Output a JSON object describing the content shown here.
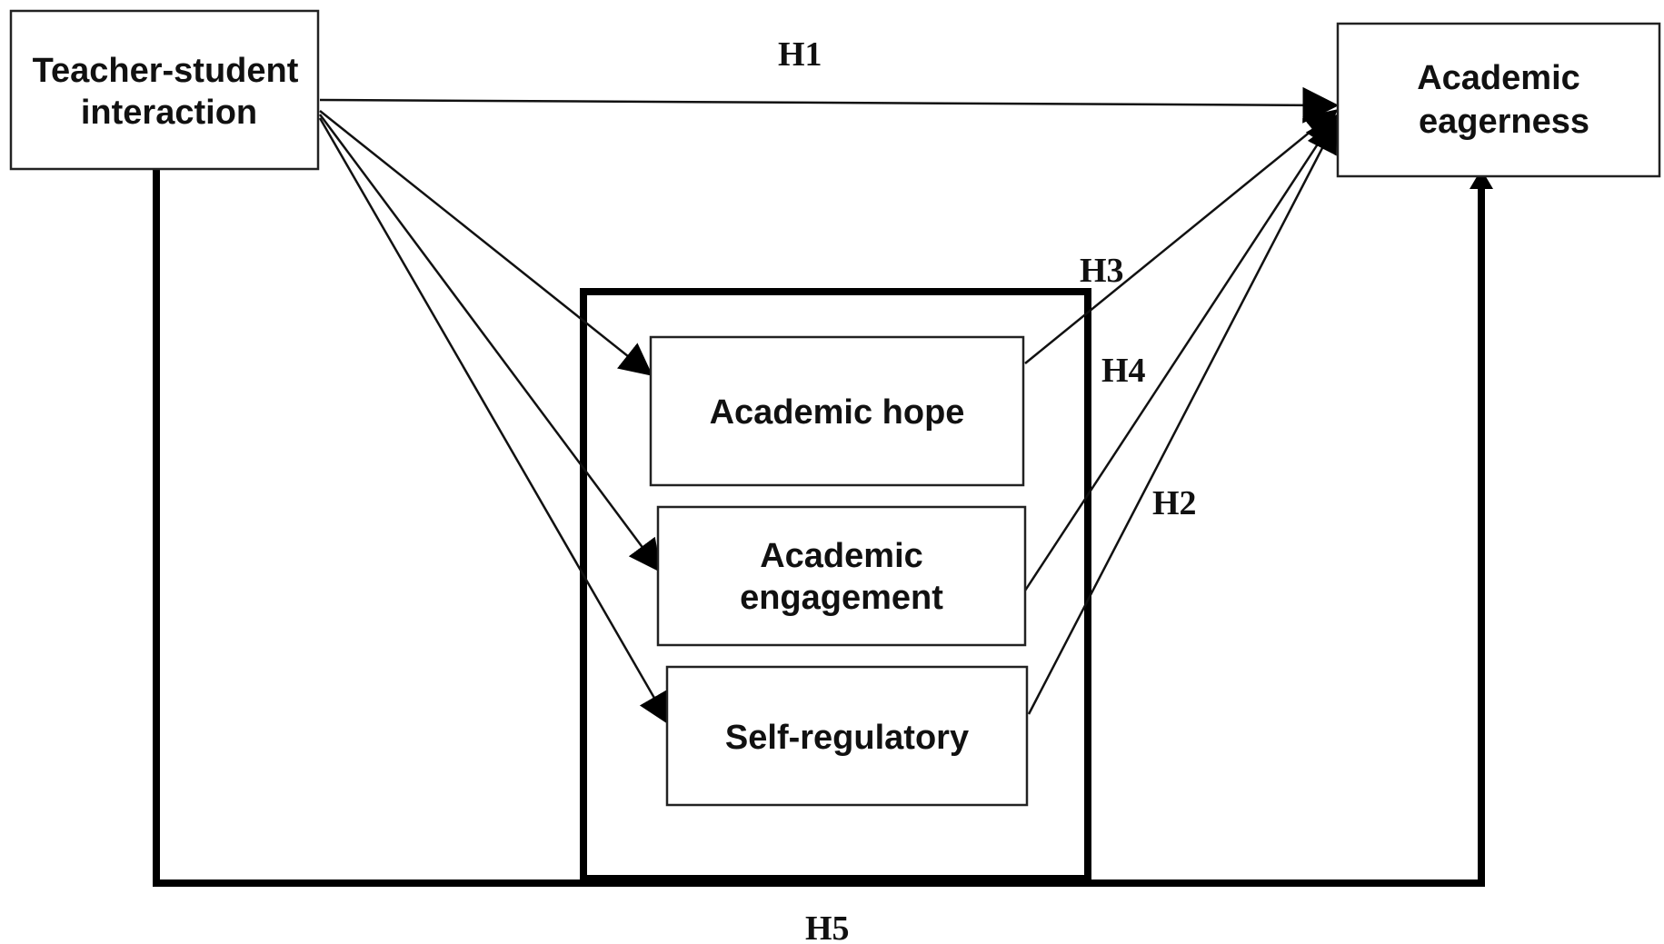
{
  "nodes": {
    "teacher_student": {
      "line1": "Teacher-student",
      "line2": "interaction"
    },
    "eagerness": {
      "line1": "Academic",
      "line2": "eagerness"
    },
    "hope": {
      "label": "Academic hope"
    },
    "engagement": {
      "line1": "Academic",
      "line2": "engagement"
    },
    "self_regulatory": {
      "label": "Self-regulatory"
    }
  },
  "hypotheses": {
    "h1": "H1",
    "h2": "H2",
    "h3": "H3",
    "h4": "H4",
    "h5": "H5"
  },
  "colors": {
    "line": "#000000",
    "box_border": "#222222",
    "background": "#ffffff"
  }
}
